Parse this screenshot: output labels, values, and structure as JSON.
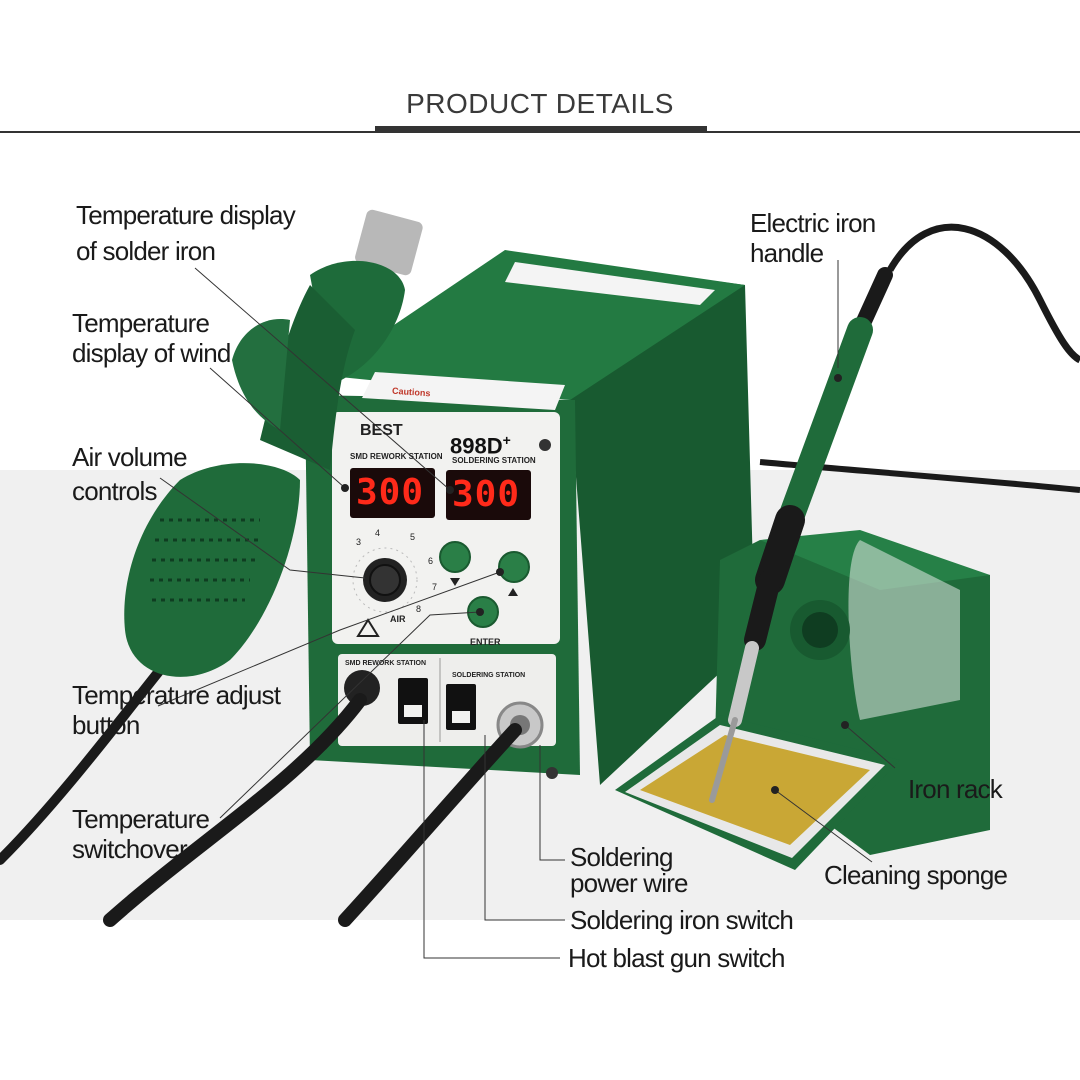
{
  "header": {
    "title": "PRODUCT DETAILS"
  },
  "device": {
    "brand": "BEST",
    "model": "898D",
    "model_sup": "+",
    "rework_station_label": "SMD REWORK STATION",
    "soldering_station_label": "SOLDERING STATION",
    "rework_display_value": "300",
    "solder_display_value": "300",
    "air_label": "AIR",
    "enter_label": "ENTER",
    "dial_numbers": [
      "3",
      "4",
      "5",
      "6",
      "7",
      "8"
    ],
    "lower_left_panel_label": "SMD REWORK STATION",
    "lower_right_panel_label": "SOLDERING STATION",
    "caution_label": "Cautions"
  },
  "callouts": {
    "temp_display_iron": {
      "line1": "Temperature display",
      "line2": "of solder iron"
    },
    "temp_display_wind": {
      "line1": "Temperature",
      "line2": "display of wind"
    },
    "air_volume": {
      "line1": "Air volume",
      "line2": "controls"
    },
    "temp_adjust": {
      "line1": "Temperature adjust",
      "line2": "button"
    },
    "temp_switchover": {
      "line1": "Temperature",
      "line2": "switchover"
    },
    "electric_handle": {
      "line1": "Electric iron",
      "line2": "handle"
    },
    "iron_rack": {
      "line1": "Iron rack"
    },
    "cleaning_sponge": {
      "line1": "Cleaning sponge"
    },
    "soldering_power_wire": {
      "line1": "Soldering",
      "line2": "power wire"
    },
    "soldering_iron_switch": {
      "line1": "Soldering iron switch"
    },
    "hot_blast_switch": {
      "line1": "Hot blast gun switch"
    }
  },
  "colors": {
    "body_green": "#1f6b3a",
    "dark_green": "#144d29",
    "lcd_red": "#ff2a1a",
    "lcd_bg": "#1a0a0a",
    "panel_white": "#f2f2f0",
    "sponge": "#c9a735"
  }
}
